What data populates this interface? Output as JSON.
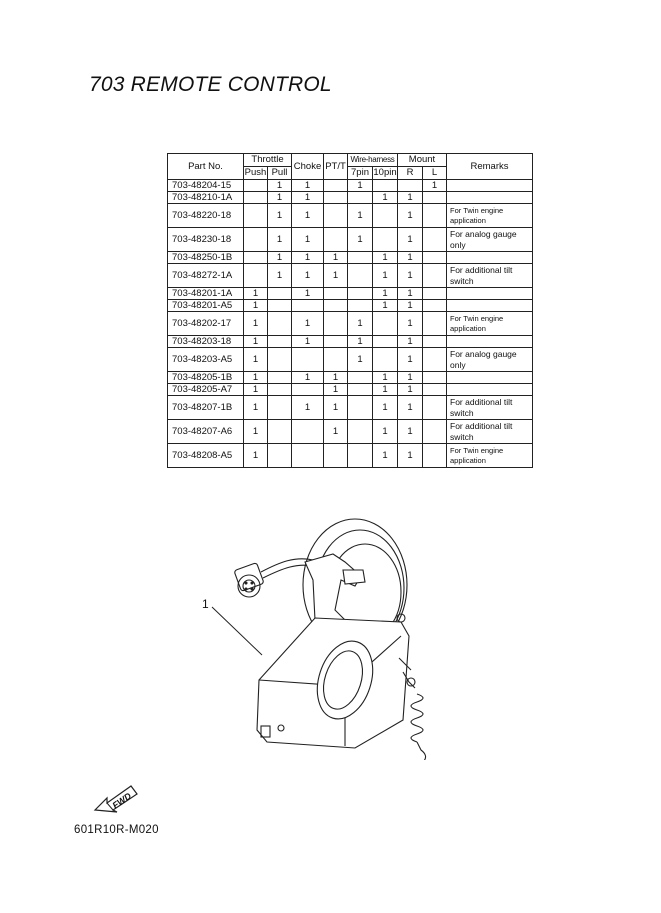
{
  "title": "703 REMOTE CONTROL",
  "table": {
    "headers": {
      "part_no": "Part No.",
      "throttle": "Throttle",
      "push": "Push",
      "pull": "Pull",
      "choke": "Choke",
      "ptt": "PT/T",
      "wire_harness": "Wire-harness",
      "pin7": "7pin",
      "pin10": "10pin",
      "mount": "Mount",
      "r": "R",
      "l": "L",
      "remarks": "Remarks"
    },
    "rows": [
      {
        "part": "703-48204-15",
        "push": "",
        "pull": "1",
        "choke": "1",
        "ptt": "",
        "pin7": "1",
        "pin10": "",
        "r": "",
        "l": "1",
        "remarks": "",
        "tall": false
      },
      {
        "part": "703-48210-1A",
        "push": "",
        "pull": "1",
        "choke": "1",
        "ptt": "",
        "pin7": "",
        "pin10": "1",
        "r": "1",
        "l": "",
        "remarks": "",
        "tall": false
      },
      {
        "part": "703-48220-18",
        "push": "",
        "pull": "1",
        "choke": "1",
        "ptt": "",
        "pin7": "1",
        "pin10": "",
        "r": "1",
        "l": "",
        "remarks": "For Twin engine application",
        "tall": true,
        "tiny": true
      },
      {
        "part": "703-48230-18",
        "push": "",
        "pull": "1",
        "choke": "1",
        "ptt": "",
        "pin7": "1",
        "pin10": "",
        "r": "1",
        "l": "",
        "remarks": "For analog gauge only",
        "tall": true
      },
      {
        "part": "703-48250-1B",
        "push": "",
        "pull": "1",
        "choke": "1",
        "ptt": "1",
        "pin7": "",
        "pin10": "1",
        "r": "1",
        "l": "",
        "remarks": "",
        "tall": false
      },
      {
        "part": "703-48272-1A",
        "push": "",
        "pull": "1",
        "choke": "1",
        "ptt": "1",
        "pin7": "",
        "pin10": "1",
        "r": "1",
        "l": "",
        "remarks": "For additional tilt switch",
        "tall": true
      },
      {
        "part": "703-48201-1A",
        "push": "1",
        "pull": "",
        "choke": "1",
        "ptt": "",
        "pin7": "",
        "pin10": "1",
        "r": "1",
        "l": "",
        "remarks": "",
        "tall": false
      },
      {
        "part": "703-48201-A5",
        "push": "1",
        "pull": "",
        "choke": "",
        "ptt": "",
        "pin7": "",
        "pin10": "1",
        "r": "1",
        "l": "",
        "remarks": "",
        "tall": false
      },
      {
        "part": "703-48202-17",
        "push": "1",
        "pull": "",
        "choke": "1",
        "ptt": "",
        "pin7": "1",
        "pin10": "",
        "r": "1",
        "l": "",
        "remarks": "For Twin engine application",
        "tall": true,
        "tiny": true
      },
      {
        "part": "703-48203-18",
        "push": "1",
        "pull": "",
        "choke": "1",
        "ptt": "",
        "pin7": "1",
        "pin10": "",
        "r": "1",
        "l": "",
        "remarks": "",
        "tall": false
      },
      {
        "part": "703-48203-A5",
        "push": "1",
        "pull": "",
        "choke": "",
        "ptt": "",
        "pin7": "1",
        "pin10": "",
        "r": "1",
        "l": "",
        "remarks": "For analog gauge only",
        "tall": true
      },
      {
        "part": "703-48205-1B",
        "push": "1",
        "pull": "",
        "choke": "1",
        "ptt": "1",
        "pin7": "",
        "pin10": "1",
        "r": "1",
        "l": "",
        "remarks": "",
        "tall": false
      },
      {
        "part": "703-48205-A7",
        "push": "1",
        "pull": "",
        "choke": "",
        "ptt": "1",
        "pin7": "",
        "pin10": "1",
        "r": "1",
        "l": "",
        "remarks": "",
        "tall": false
      },
      {
        "part": "703-48207-1B",
        "push": "1",
        "pull": "",
        "choke": "1",
        "ptt": "1",
        "pin7": "",
        "pin10": "1",
        "r": "1",
        "l": "",
        "remarks": "For additional tilt switch",
        "tall": true
      },
      {
        "part": "703-48207-A6",
        "push": "1",
        "pull": "",
        "choke": "",
        "ptt": "1",
        "pin7": "",
        "pin10": "1",
        "r": "1",
        "l": "",
        "remarks": "For additional tilt switch",
        "tall": true
      },
      {
        "part": "703-48208-A5",
        "push": "1",
        "pull": "",
        "choke": "",
        "ptt": "",
        "pin7": "",
        "pin10": "1",
        "r": "1",
        "l": "",
        "remarks": "For Twin engine application",
        "tall": true,
        "tiny": true
      }
    ]
  },
  "illustration": {
    "callout": "1",
    "fwd_label": "FWD"
  },
  "figure_code": "601R10R-M020"
}
